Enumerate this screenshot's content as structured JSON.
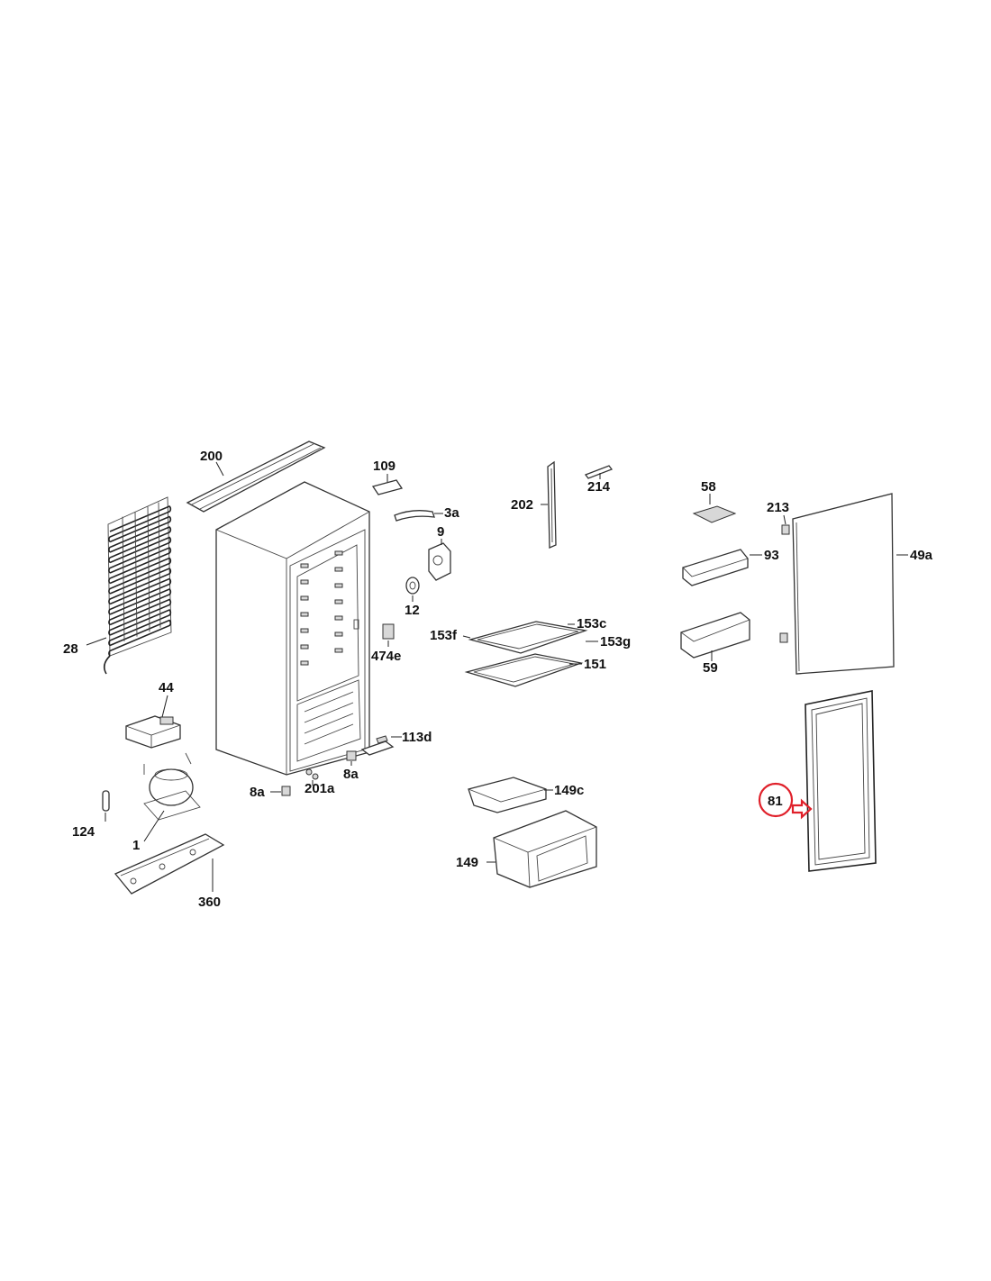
{
  "diagram": {
    "parts": {
      "p200": "200",
      "p109": "109",
      "p3a": "3a",
      "p9": "9",
      "p12": "12",
      "p474e": "474e",
      "p28": "28",
      "p44": "44",
      "p124": "124",
      "p1": "1",
      "p360": "360",
      "p8a_left": "8a",
      "p201a": "201a",
      "p8a_right": "8a",
      "p113d": "113d",
      "p202": "202",
      "p214": "214",
      "p153f": "153f",
      "p153c": "153c",
      "p153g": "153g",
      "p151": "151",
      "p149c": "149c",
      "p149": "149",
      "p58": "58",
      "p213": "213",
      "p93": "93",
      "p49a": "49a",
      "p59": "59",
      "p81": "81"
    },
    "highlight": {
      "part": "81",
      "color": "#e0202a"
    }
  }
}
